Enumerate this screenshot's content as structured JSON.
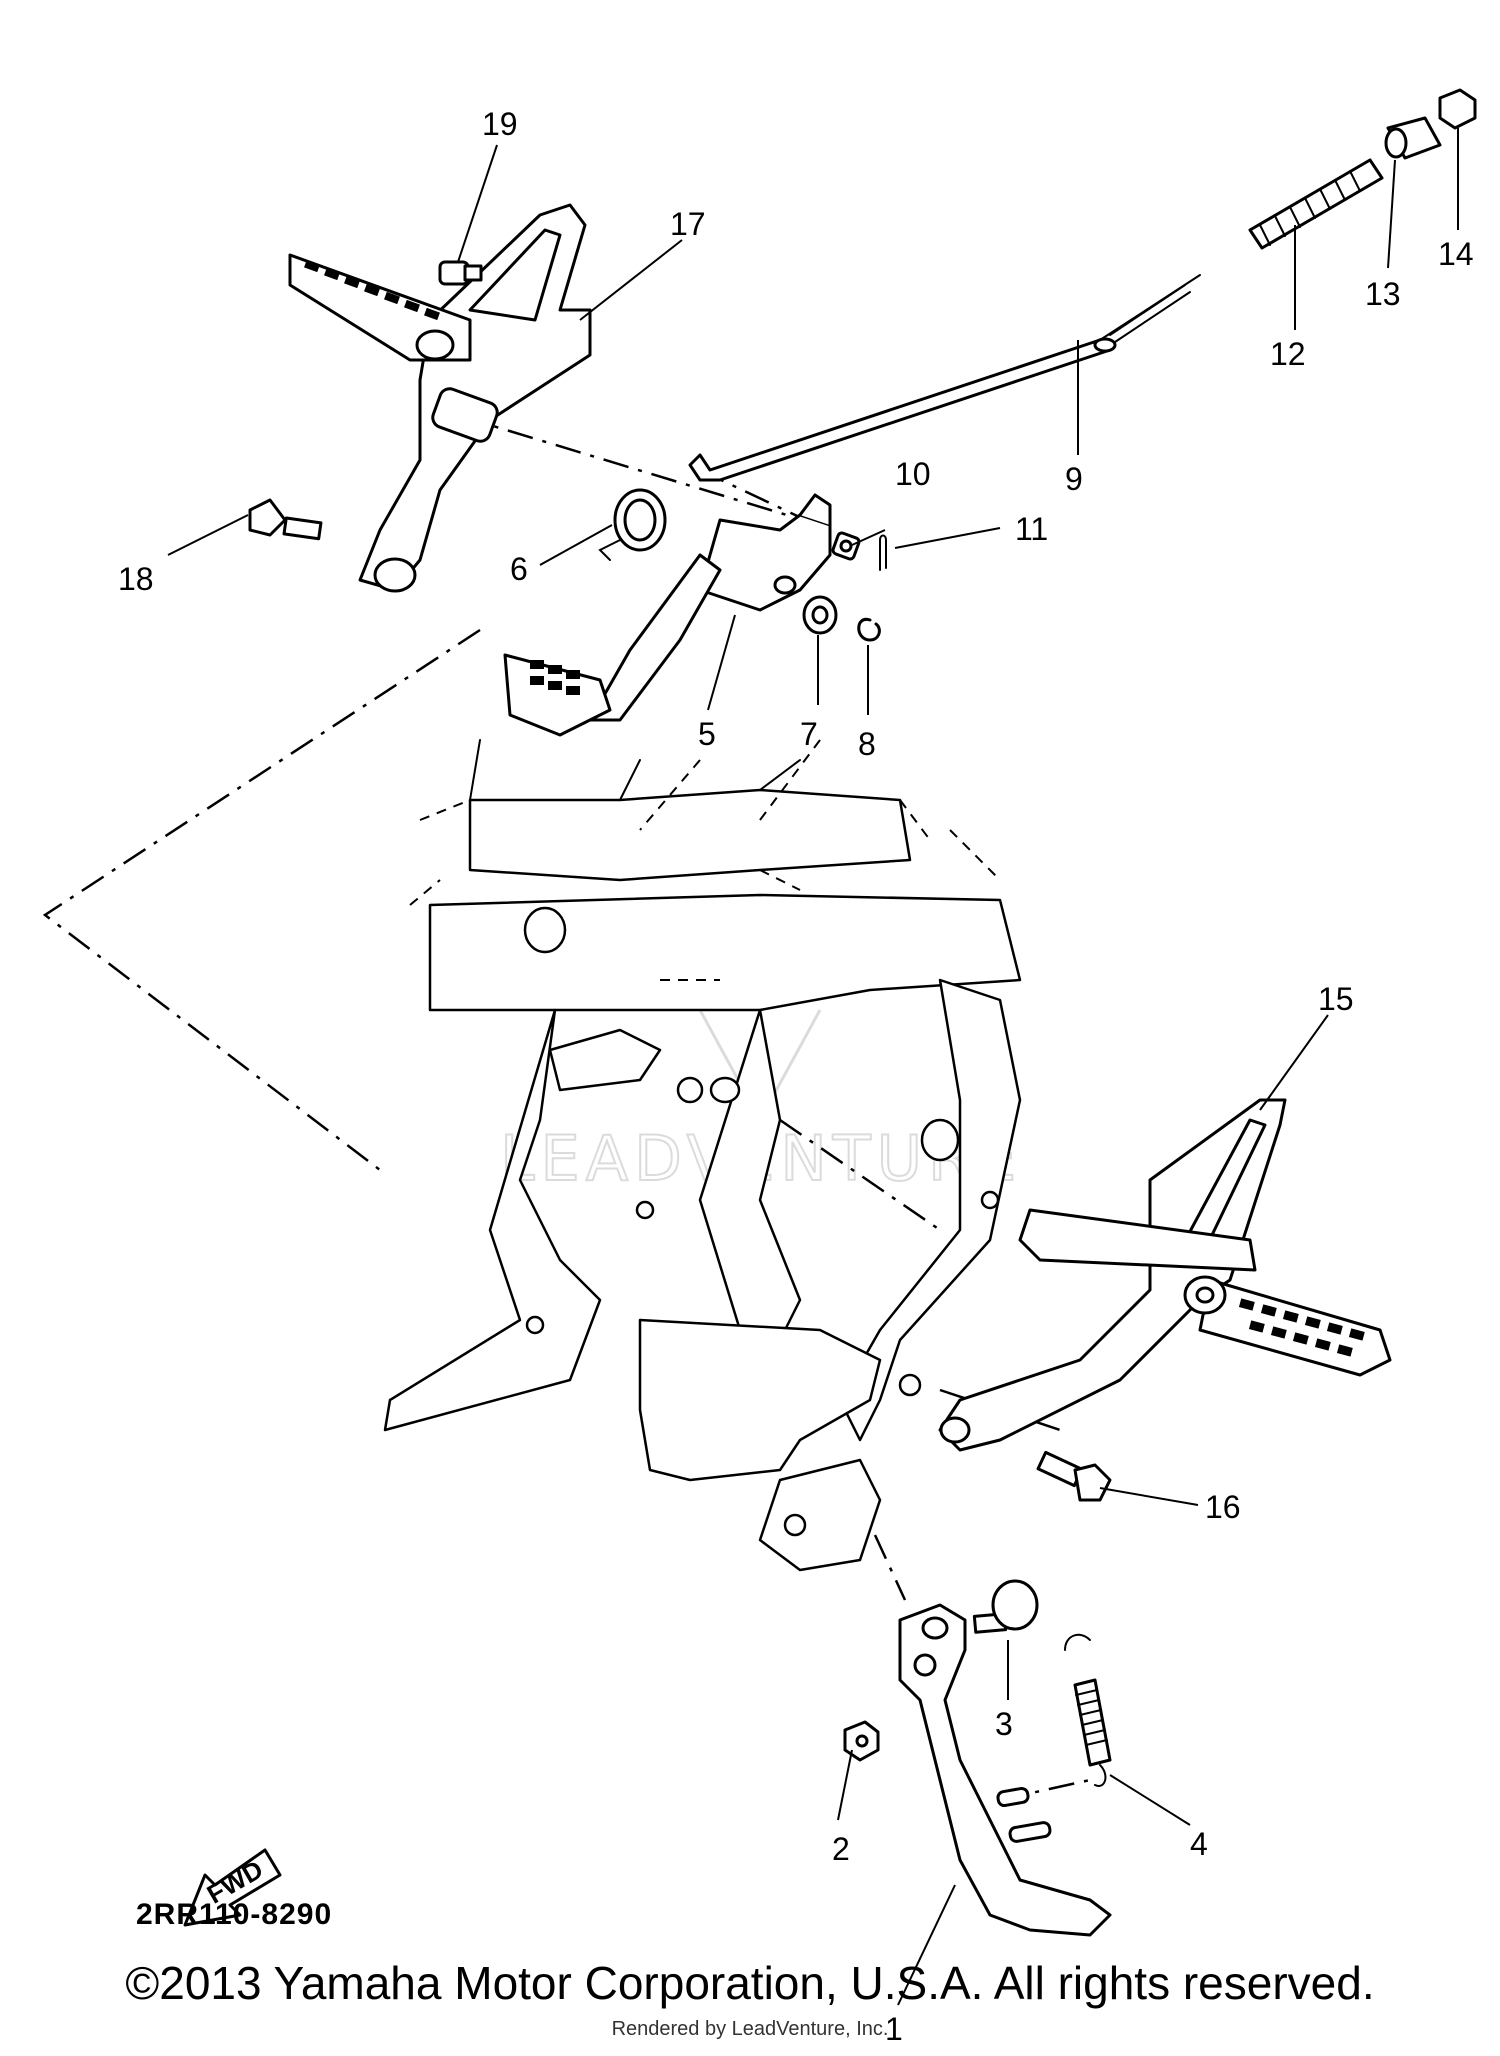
{
  "diagram": {
    "code": "2RR110-8290",
    "fwd_label": "FWD",
    "watermark": "LEADVENTURE",
    "callouts": [
      "1",
      "2",
      "3",
      "4",
      "5",
      "6",
      "7",
      "8",
      "9",
      "10",
      "11",
      "12",
      "13",
      "14",
      "15",
      "16",
      "17",
      "18",
      "19"
    ]
  },
  "footer": {
    "copyright": "©2013 Yamaha Motor Corporation, U.S.A. All rights reserved.",
    "rendered_by": "Rendered by LeadVenture, Inc."
  }
}
